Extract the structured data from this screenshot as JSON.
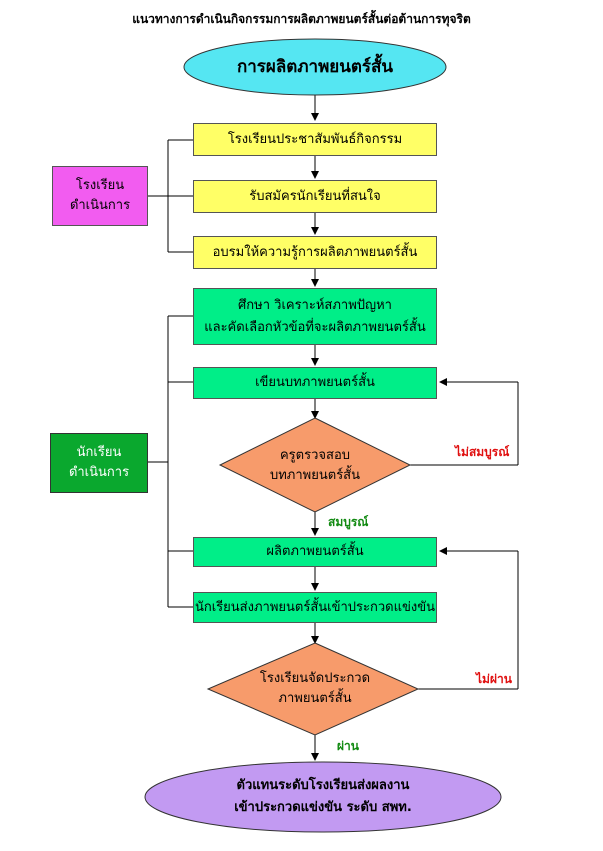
{
  "title": "แนวทางการดำเนินกิจกรรมการผลิตภาพยนตร์สั้นต่อต้านการทุจริต",
  "start": "การผลิตภาพยนตร์สั้น",
  "school": {
    "line1": "โรงเรียน",
    "line2": "ดำเนินการ"
  },
  "students": {
    "line1": "นักเรียน",
    "line2": "ดำเนินการ"
  },
  "steps": {
    "s1": "โรงเรียนประชาสัมพันธ์กิจกรรม",
    "s2": "รับสมัครนักเรียนที่สนใจ",
    "s3": "อบรมให้ความรู้การผลิตภาพยนตร์สั้น",
    "s4_line1": "ศึกษา วิเคราะห์สภาพปัญหา",
    "s4_line2": "และคัดเลือกหัวข้อที่จะผลิตภาพยนตร์สั้น",
    "s5": "เขียนบทภาพยนตร์สั้น",
    "s6": "ผลิตภาพยนตร์สั้น",
    "s7": "นักเรียนส่งภาพยนตร์สั้นเข้าประกวดแข่งขัน"
  },
  "decisions": {
    "d1_line1": "ครูตรวจสอบ",
    "d1_line2": "บทภาพยนตร์สั้น",
    "d2_line1": "โรงเรียนจัดประกวด",
    "d2_line2": "ภาพยนตร์สั้น"
  },
  "labels": {
    "not_complete": "ไม่สมบูรณ์",
    "complete": "สมบูรณ์",
    "not_pass": "ไม่ผ่าน",
    "pass": "ผ่าน"
  },
  "end": {
    "line1": "ตัวแทนระดับโรงเรียนส่งผลงาน",
    "line2": "เข้าประกวดแข่งขัน ระดับ สพท."
  },
  "colors": {
    "start_fill": "#55e6f2",
    "yellow": "#ffff66",
    "green": "#00ee88",
    "magenta": "#f25cf0",
    "dark_green": "#0aa82e",
    "orange": "#f79b6b",
    "end_fill": "#c29af2",
    "red_label": "#e01010",
    "green_label": "#118a11"
  }
}
